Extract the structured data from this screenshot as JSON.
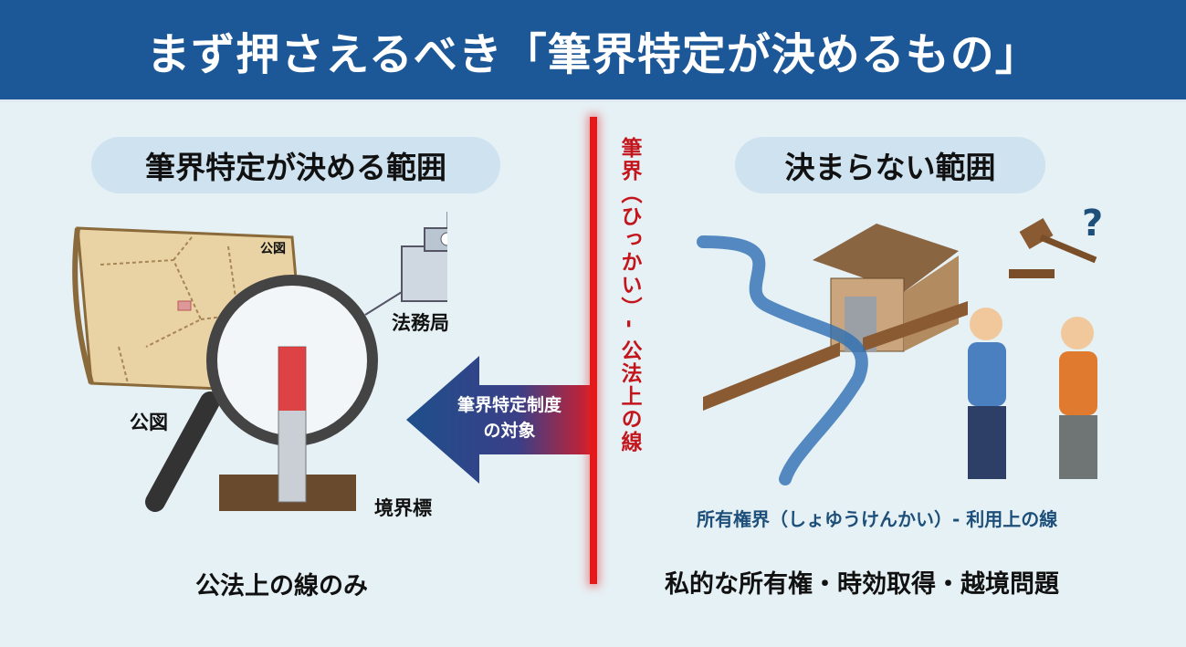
{
  "title": "まず押さえるべき「筆界特定が決めるもの」",
  "left": {
    "heading": "筆界特定が決める範囲",
    "map_label": "公図",
    "map_corner_label": "公図",
    "office_label": "法務局",
    "marker_label": "境界標",
    "bottom_text": "公法上の線のみ"
  },
  "center": {
    "vertical_label": "筆界（ひっかい）- 公法上の線",
    "arrow_line1": "筆界特定制度",
    "arrow_line2": "の対象"
  },
  "right": {
    "heading": "決まらない範囲",
    "question_mark": "?",
    "ownership_label": "所有権界（しょゆうけんかい）- 利用上の線",
    "bottom_text": "私的な所有権・時効取得・越境問題"
  },
  "colors": {
    "header": "#1c5797",
    "boundary_red": "#e41a1a",
    "pill": "#cfe2ef",
    "arrow_blue": "#1f4f8a"
  }
}
